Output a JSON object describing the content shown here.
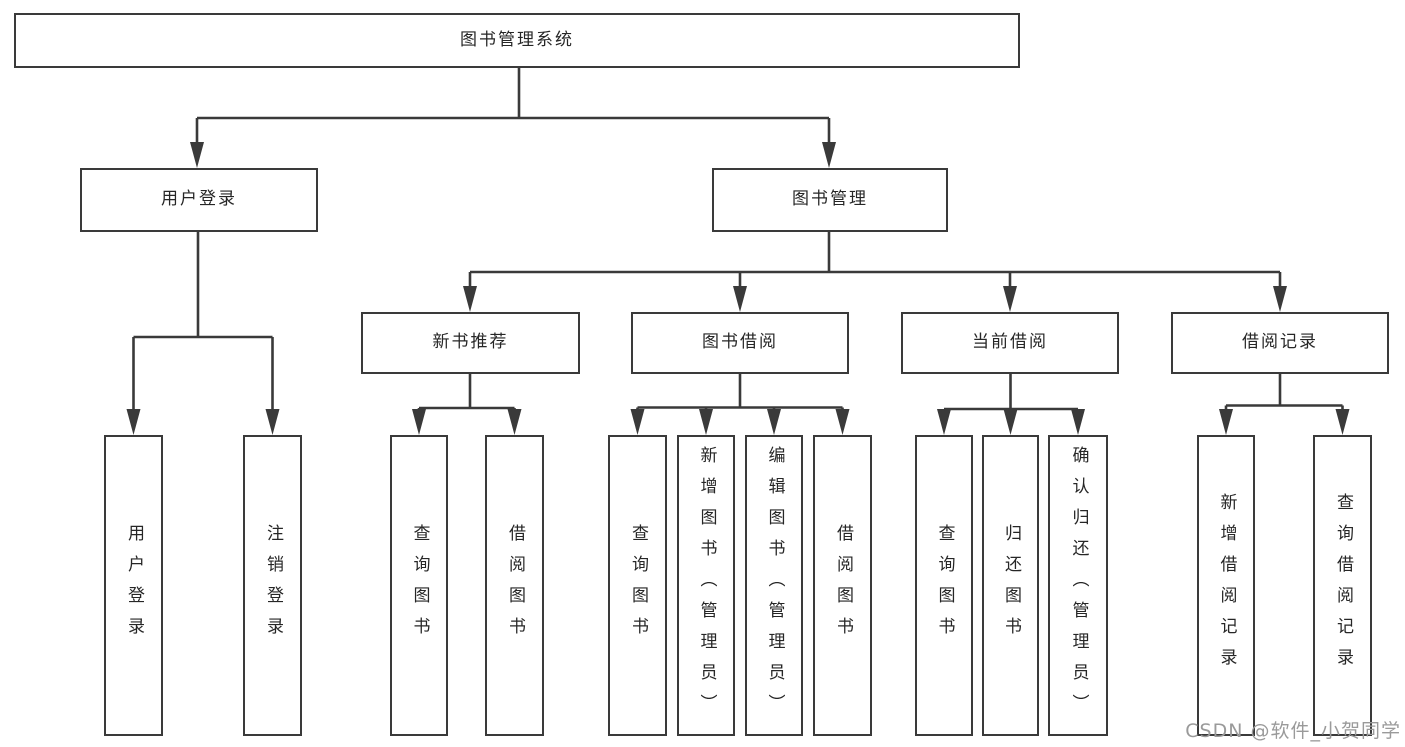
{
  "diagram": {
    "title": "图书管理系统",
    "watermark": "CSDN @软件_小贺同学",
    "colors": {
      "line": "#3a3a3a",
      "node_border": "#3a3a3a",
      "node_background": "#ffffff",
      "text": "#262626",
      "watermark_text": "#9a9a9a",
      "canvas_background": "#ffffff"
    },
    "nodes": {
      "root": "图书管理系统",
      "user_login": "用户登录",
      "book_mgmt": "图书管理",
      "new_book_rec": "新书推荐",
      "book_borrow": "图书借阅",
      "current_borrow": "当前借阅",
      "borrow_records": "借阅记录",
      "ul_user_login": "用户登录",
      "ul_logout": "注销登录",
      "nb_query_books": "查询图书",
      "nb_borrow_books": "借阅图书",
      "bb_query_books": "查询图书",
      "bb_add_books": "新增图书（管理员）",
      "bb_edit_books": "编辑图书（管理员）",
      "bb_borrow_books": "借阅图书",
      "cb_query_books": "查询图书",
      "cb_return_books": "归还图书",
      "cb_confirm_return": "确认归还（管理员）",
      "br_add_record": "新增借阅记录",
      "br_query_record": "查询借阅记录"
    }
  }
}
